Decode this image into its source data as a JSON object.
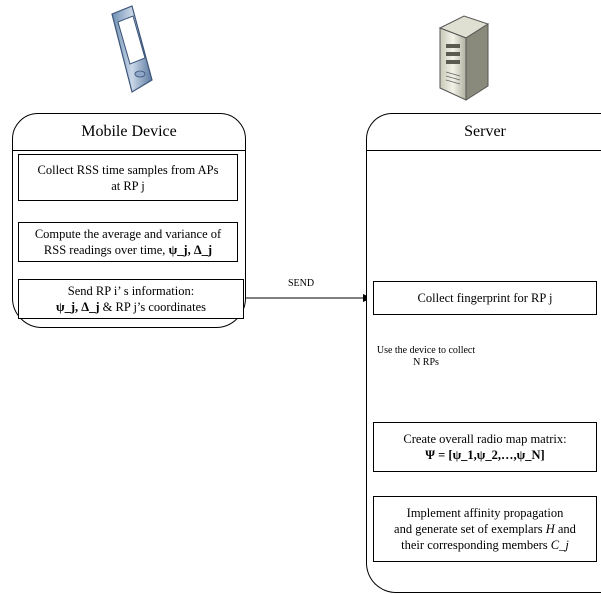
{
  "lanes": {
    "mobile": {
      "title": "Mobile Device"
    },
    "server": {
      "title": "Server"
    }
  },
  "mobile_steps": {
    "collect": {
      "line1": "Collect RSS time samples from APs",
      "line2": "at RP j"
    },
    "compute": {
      "line1": "Compute the average and variance of",
      "line2_prefix": "RSS readings over time, ",
      "line2_math": "ψ_j, Δ_j"
    },
    "send": {
      "line1": "Send RP i’ s information:",
      "line2_math": "ψ_j, Δ_j",
      "line2_suffix": " & RP j’s coordinates"
    }
  },
  "server_steps": {
    "fingerprint": {
      "text": "Collect fingerprint for RP j"
    },
    "radio_map": {
      "line1": "Create overall radio map matrix:",
      "line2_math": "Ψ = [ψ_1,ψ_2,…,ψ_N]"
    },
    "affinity": {
      "line1": "Implement affinity propagation",
      "line2_prefix": "and generate set of exemplars ",
      "line2_var": "H",
      "line2_suffix": " and",
      "line3_prefix": "their corresponding members ",
      "line3_var": "C_j"
    }
  },
  "arrow_labels": {
    "send": "SEND",
    "collect_n_line1": "Use the device to collect",
    "collect_n_line2": "N RPs"
  },
  "icons": {
    "mobile": "mobile-phone-icon",
    "server": "server-tower-icon"
  }
}
